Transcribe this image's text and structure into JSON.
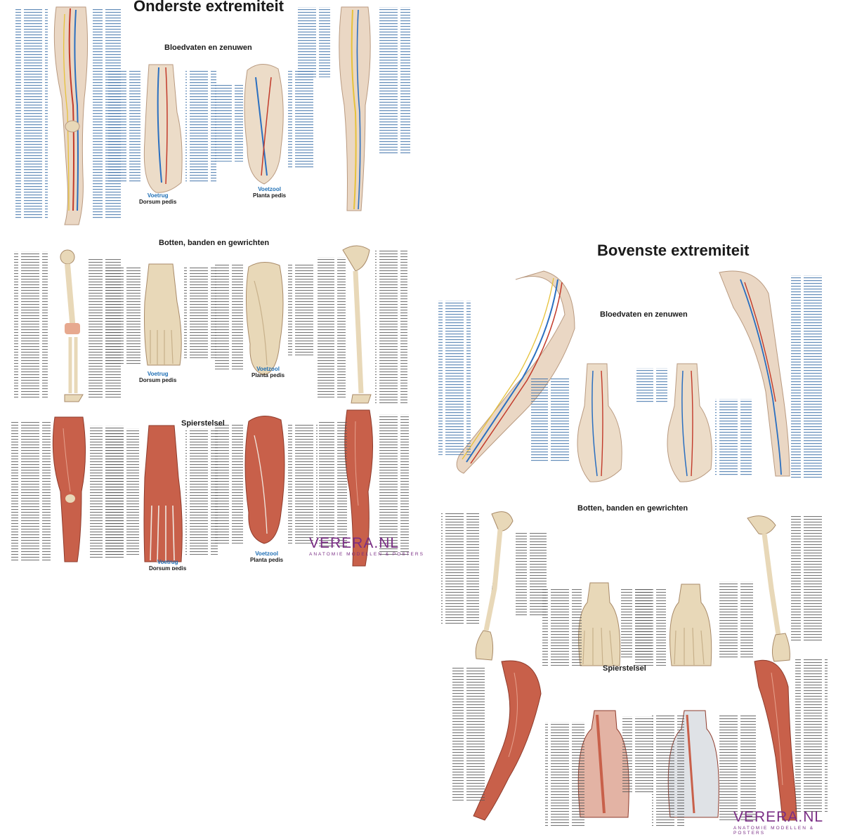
{
  "lower": {
    "title": "Onderste extremiteit",
    "sections": {
      "vessels": "Bloedvaten en zenuwen",
      "bones": "Botten, banden en gewrichten",
      "muscles": "Spierstelsel"
    },
    "views": {
      "dorsum_nl": "Voetrug",
      "dorsum_la": "Dorsum pedis",
      "planta_nl": "Voetzool",
      "planta_la": "Planta pedis"
    },
    "logo": {
      "brand": "VERERA.NL",
      "tagline": "ANATOMIE MODELLEN & POSTERS"
    }
  },
  "upper": {
    "title": "Bovenste extremiteit",
    "sections": {
      "vessels": "Bloedvaten en zenuwen",
      "bones": "Botten, banden en gewrichten",
      "muscles": "Spierstelsel"
    },
    "logo": {
      "brand": "VERERA.NL",
      "tagline": "ANATOMIE MODELLEN & POSTERS"
    }
  },
  "colors": {
    "bone": "#e8d8b8",
    "muscle": "#c8604a",
    "vein": "#2a6fc0",
    "artery": "#c23a2a",
    "nerve": "#e6c23a",
    "label_blue": "#1f6fb5",
    "brand": "#7a2e85"
  }
}
